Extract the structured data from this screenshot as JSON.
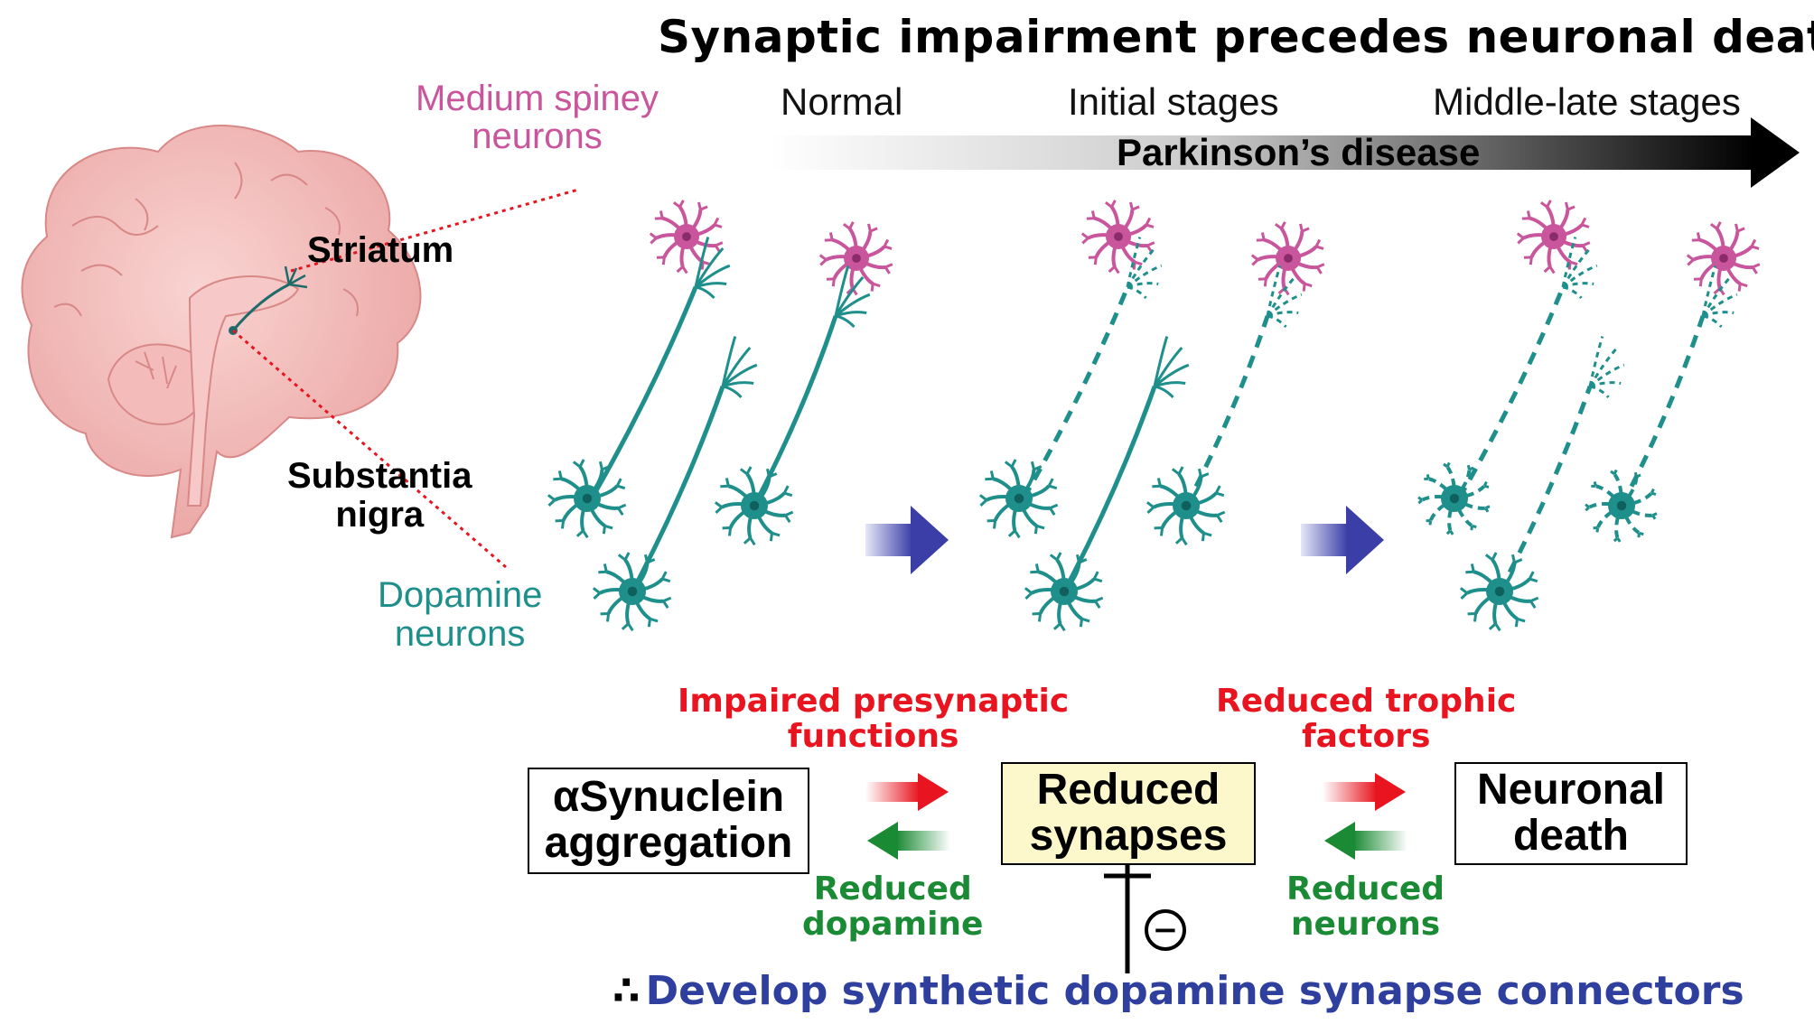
{
  "title": "Synaptic impairment precedes neuronal death",
  "stages": [
    "Normal",
    "Initial stages",
    "Middle-late stages"
  ],
  "disease_arrow_label": "Parkinson’s disease",
  "brain": {
    "medium_spiney_neurons": "Medium spiney\nneurons",
    "striatum": "Striatum",
    "substantia_nigra": "Substantia\nnigra",
    "dopamine_neurons": "Dopamine\nneurons"
  },
  "mechanism": {
    "impaired_presynaptic": "Impaired presynaptic\nfunctions",
    "reduced_trophic": "Reduced trophic\nfactors",
    "reduced_dopamine": "Reduced\ndopamine",
    "reduced_neurons": "Reduced\nneurons",
    "box_synuclein": "αSynuclein\naggregation",
    "box_synapses": "Reduced\nsynapses",
    "box_death": "Neuronal\ndeath",
    "inhibit_symbol": "−"
  },
  "conclusion_symbol": "∴",
  "conclusion": "Develop synthetic dopamine synapse connectors",
  "colors": {
    "msn": "#c9559c",
    "dopamine": "#1f8f8c",
    "red": "#e8141f",
    "green": "#1a8a34",
    "blue": "#2e3f9e",
    "box_yellow": "#fdf8cc"
  }
}
